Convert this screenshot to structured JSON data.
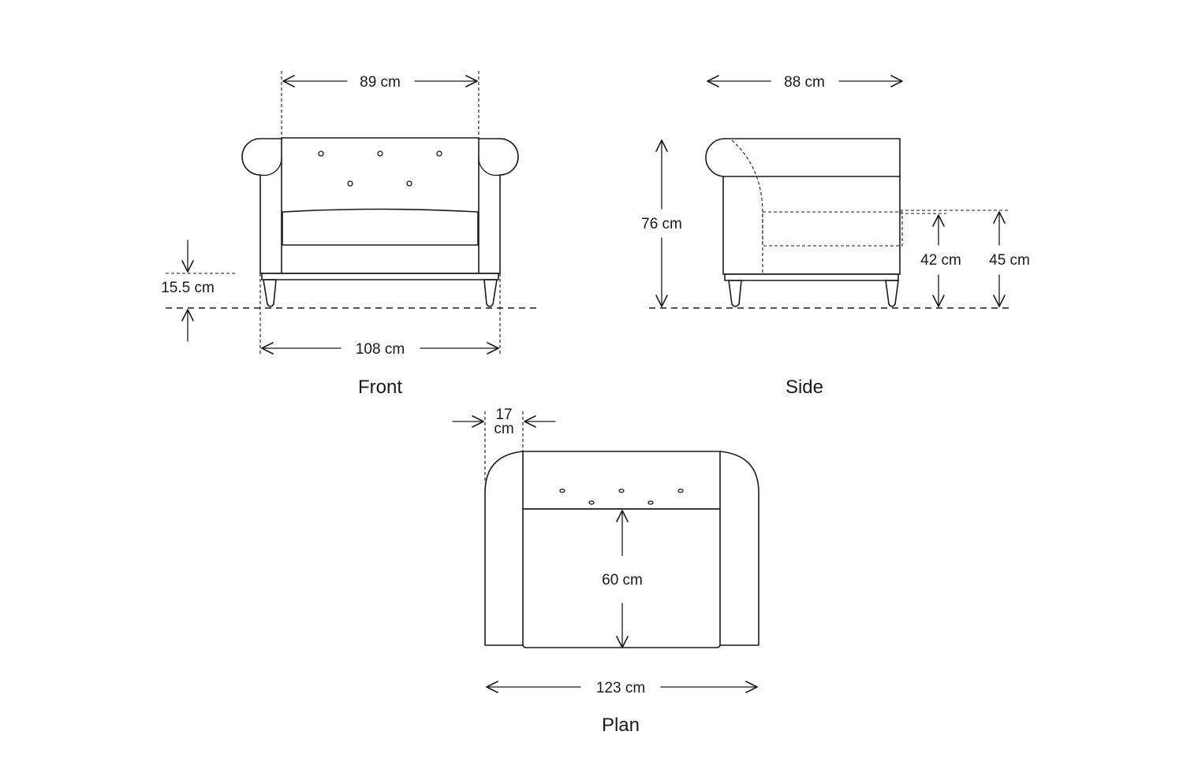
{
  "views": {
    "front": {
      "caption": "Front",
      "dims": {
        "seat_width": "89 cm",
        "overall_width": "108 cm",
        "leg_height": "15.5 cm"
      }
    },
    "side": {
      "caption": "Side",
      "dims": {
        "depth": "88 cm",
        "height": "76 cm",
        "seat_height": "42 cm",
        "arm_height": "45 cm"
      }
    },
    "plan": {
      "caption": "Plan",
      "dims": {
        "arm_width_1": "17",
        "arm_width_2": "cm",
        "seat_depth": "60 cm",
        "overall_width": "123 cm"
      }
    }
  }
}
